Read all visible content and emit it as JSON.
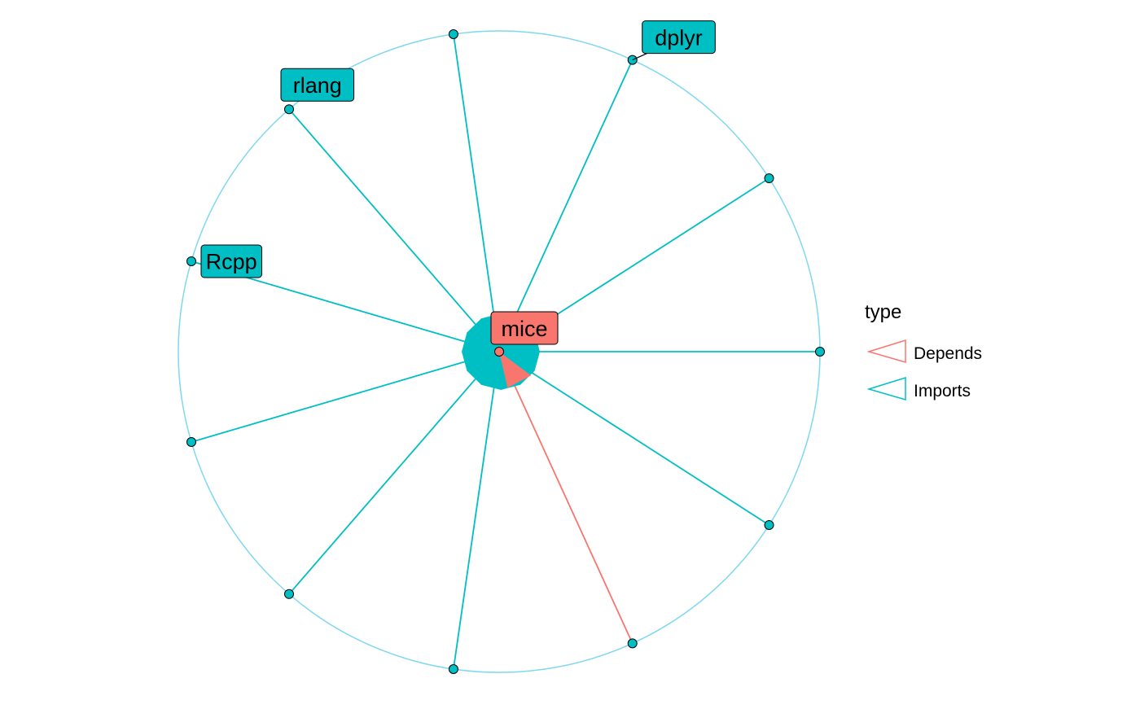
{
  "graph": {
    "root": {
      "name": "mice",
      "type": "Depends"
    },
    "nodes": [
      {
        "label": "",
        "type": "Imports"
      },
      {
        "label": "",
        "type": "Imports"
      },
      {
        "label": "",
        "type": "Depends"
      },
      {
        "label": "",
        "type": "Imports"
      },
      {
        "label": "",
        "type": "Imports"
      },
      {
        "label": "",
        "type": "Imports"
      },
      {
        "label": "Rcpp",
        "type": "Imports"
      },
      {
        "label": "rlang",
        "type": "Imports"
      },
      {
        "label": "",
        "type": "Imports"
      },
      {
        "label": "dplyr",
        "type": "Imports"
      },
      {
        "label": "",
        "type": "Imports"
      }
    ]
  },
  "legend": {
    "title": "type",
    "items": [
      {
        "label": "Depends",
        "color": "#F8766D"
      },
      {
        "label": "Imports",
        "color": "#00BFC4"
      }
    ]
  },
  "colors": {
    "depends": "#F8766D",
    "imports": "#00BFC4",
    "ring": "#7FD8F0"
  }
}
